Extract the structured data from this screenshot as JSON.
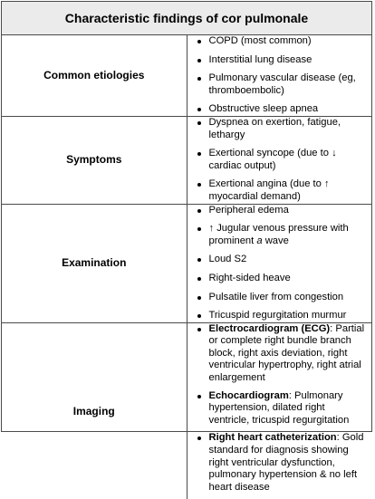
{
  "title": "Characteristic findings of cor pulmonale",
  "colors": {
    "header_background": "#ebebeb",
    "border": "#4a4a4a",
    "text": "#000000"
  },
  "rows": [
    {
      "label": "Common etiologies",
      "items": [
        "COPD (most common)",
        "Interstitial lung disease",
        "Pulmonary vascular disease (eg, thromboembolic)",
        "Obstructive sleep apnea"
      ]
    },
    {
      "label": "Symptoms",
      "items": [
        "Dyspnea on exertion, fatigue, lethargy",
        "Exertional syncope (due to ↓ cardiac output)",
        "Exertional angina (due to ↑ myocardial demand)"
      ]
    },
    {
      "label": "Examination",
      "items": [
        "Peripheral edema",
        "↑ Jugular venous pressure with prominent",
        "Loud S2",
        "Right-sided heave",
        "Pulsatile liver from congestion",
        "Tricuspid regurgitation murmur"
      ],
      "jvp_wave_letter": "a",
      "jvp_wave_suffix": "wave"
    },
    {
      "label": "Imaging",
      "items": [
        {
          "lead": "Electrocardiogram (ECG)",
          "text": ": Partial or complete right bundle branch block, right axis deviation, right ventricular hypertrophy, right atrial enlargement"
        },
        {
          "lead": "Echocardiogram",
          "text": ": Pulmonary hypertension, dilated right ventricle, tricuspid regurgitation"
        },
        {
          "lead": "Right heart catheterization",
          "text": ": Gold standard for diagnosis showing right ventricular dysfunction, pulmonary hypertension & no left heart disease"
        }
      ]
    }
  ]
}
